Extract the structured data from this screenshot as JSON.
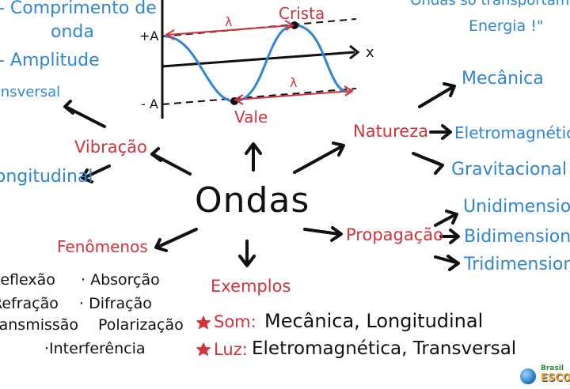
{
  "center": "Ondas",
  "graph": {
    "plus_a": "+A",
    "minus_a": "- A",
    "x_axis": "x",
    "crest": "Crista",
    "trough": "Vale",
    "lambda_top": "λ",
    "lambda_bottom": "λ"
  },
  "top_left": {
    "comprimento_line1": "- Comprimento de",
    "comprimento_line2": "onda",
    "amplitude": "- Amplitude"
  },
  "quote": {
    "line1": "\"Ondas só transportam",
    "line2": "Energia !\""
  },
  "vibracao": {
    "label": "Vibração",
    "transversal": "Transversal",
    "longitudinal": "Longitudinal"
  },
  "natureza": {
    "label": "Natureza",
    "items": [
      "Mecânica",
      "Eletromagnética",
      "Gravitacional"
    ]
  },
  "propagacao": {
    "label": "Propagação",
    "items": [
      "Unidimensional",
      "Bidimensional",
      "Tridimensional"
    ]
  },
  "fenomenos": {
    "label": "Fenômenos",
    "reflexao": "Reflexão",
    "refracao": "Refração",
    "transmissao": "Transmissão",
    "absorcao": "· Absorção",
    "difracao": "· Difração",
    "polarizacao": "Polarização",
    "interferencia": "·Interferência"
  },
  "exemplos": {
    "label": "Exemplos",
    "items": [
      {
        "name": "Som:",
        "desc": "Mecânica, Longitudinal"
      },
      {
        "name": "Luz:",
        "desc": "Eletromagnética, Transversal"
      }
    ]
  },
  "logo": {
    "small": "Brasil",
    "big": "ESCOLA"
  },
  "colors": {
    "blue": "#2f86d6",
    "red": "#d2323a",
    "black": "#111111"
  }
}
